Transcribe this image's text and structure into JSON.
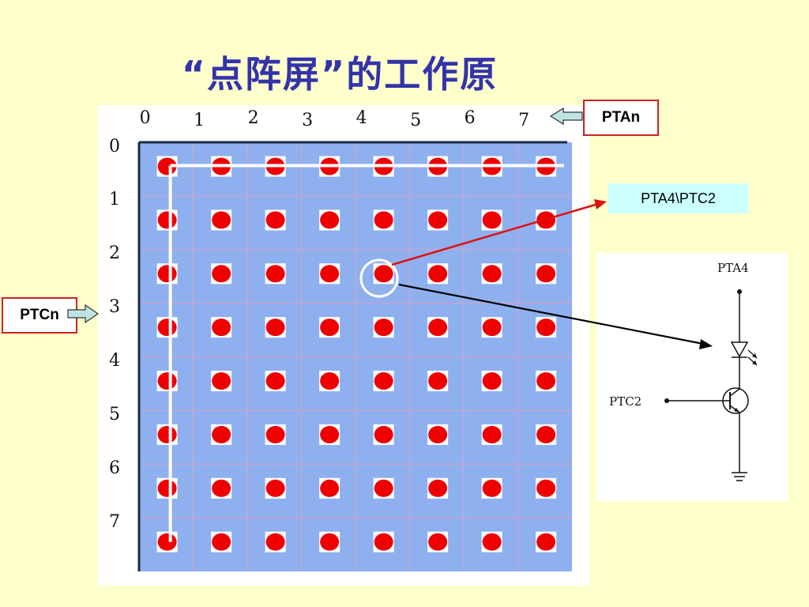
{
  "title": "“点阵屏”的工作原",
  "matrix": {
    "column_labels": [
      "0",
      "1",
      "2",
      "3",
      "4",
      "5",
      "6",
      "7"
    ],
    "row_labels": [
      "0",
      "1",
      "2",
      "3",
      "4",
      "5",
      "6",
      "7"
    ],
    "highlight_row": 0,
    "highlight_col": 0,
    "circled_cell": {
      "row": 2,
      "col": 4
    }
  },
  "labels": {
    "column_port": "PTAn",
    "row_port": "PTCn",
    "callout": "PTA4\\PTC2"
  },
  "circuit": {
    "top_label": "PTA4",
    "left_label": "PTC2"
  },
  "colors": {
    "background": "#ffffcc",
    "title": "#3333aa",
    "grid_fill": "#8fb0ee",
    "led": "#ee0000",
    "callout_arrow": "#dd1111",
    "callout_box": "#ccffff"
  }
}
